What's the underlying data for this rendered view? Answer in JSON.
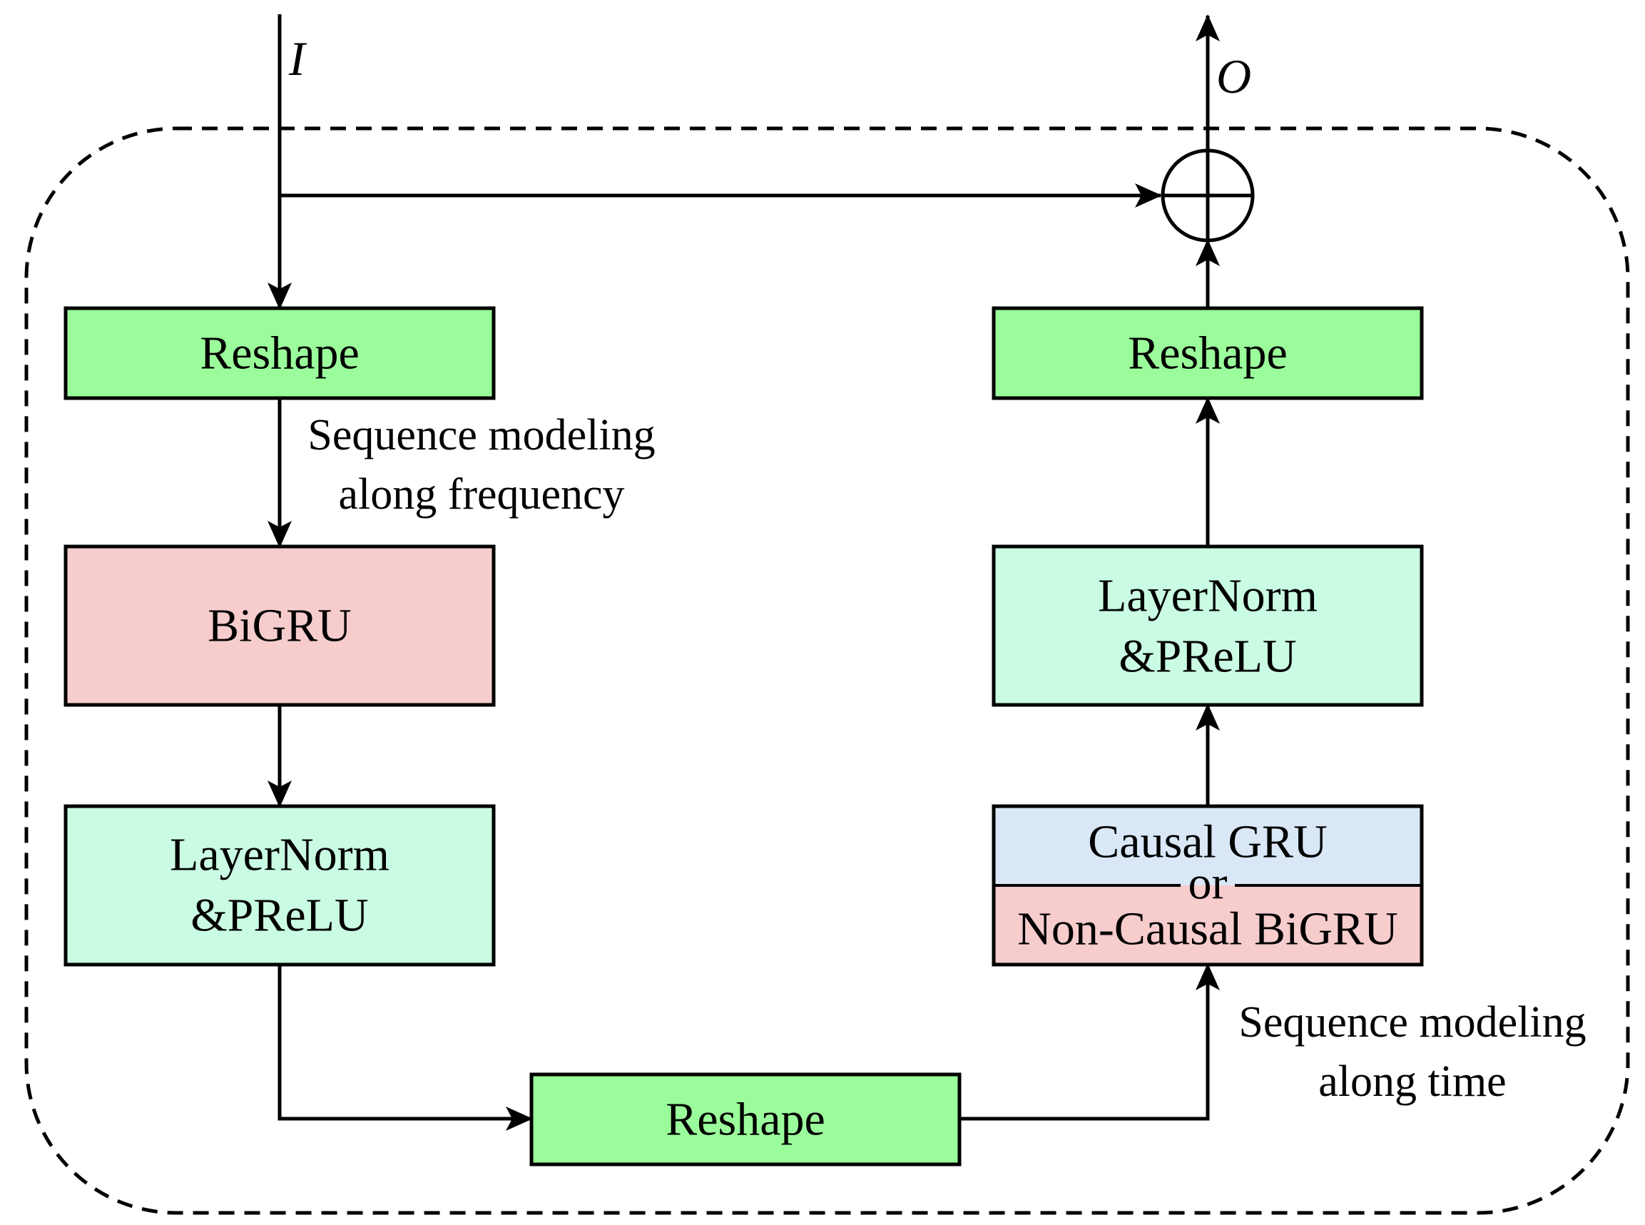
{
  "diagram": {
    "input_label": "I",
    "output_label": "O",
    "colors": {
      "reshape": "#9bfc9b",
      "bigru": "#f6cccc",
      "norm": "#cafce3",
      "causal": "#d9e7f7",
      "noncausal": "#f6cccc"
    },
    "nodes": {
      "reshape_in": {
        "label": "Reshape"
      },
      "bigru": {
        "label": "BiGRU"
      },
      "norm_left": {
        "line1": "LayerNorm",
        "line2": "&PReLU"
      },
      "reshape_mid": {
        "label": "Reshape"
      },
      "gru_box": {
        "top_label": "Causal GRU",
        "or_label": "or",
        "bottom_label": "Non-Causal BiGRU"
      },
      "norm_right": {
        "line1": "LayerNorm",
        "line2": "&PReLU"
      },
      "reshape_out": {
        "label": "Reshape"
      }
    },
    "annotations": {
      "freq_line1": "Sequence modeling",
      "freq_line2": "along frequency",
      "time_line1": "Sequence modeling",
      "time_line2": "along time"
    }
  }
}
